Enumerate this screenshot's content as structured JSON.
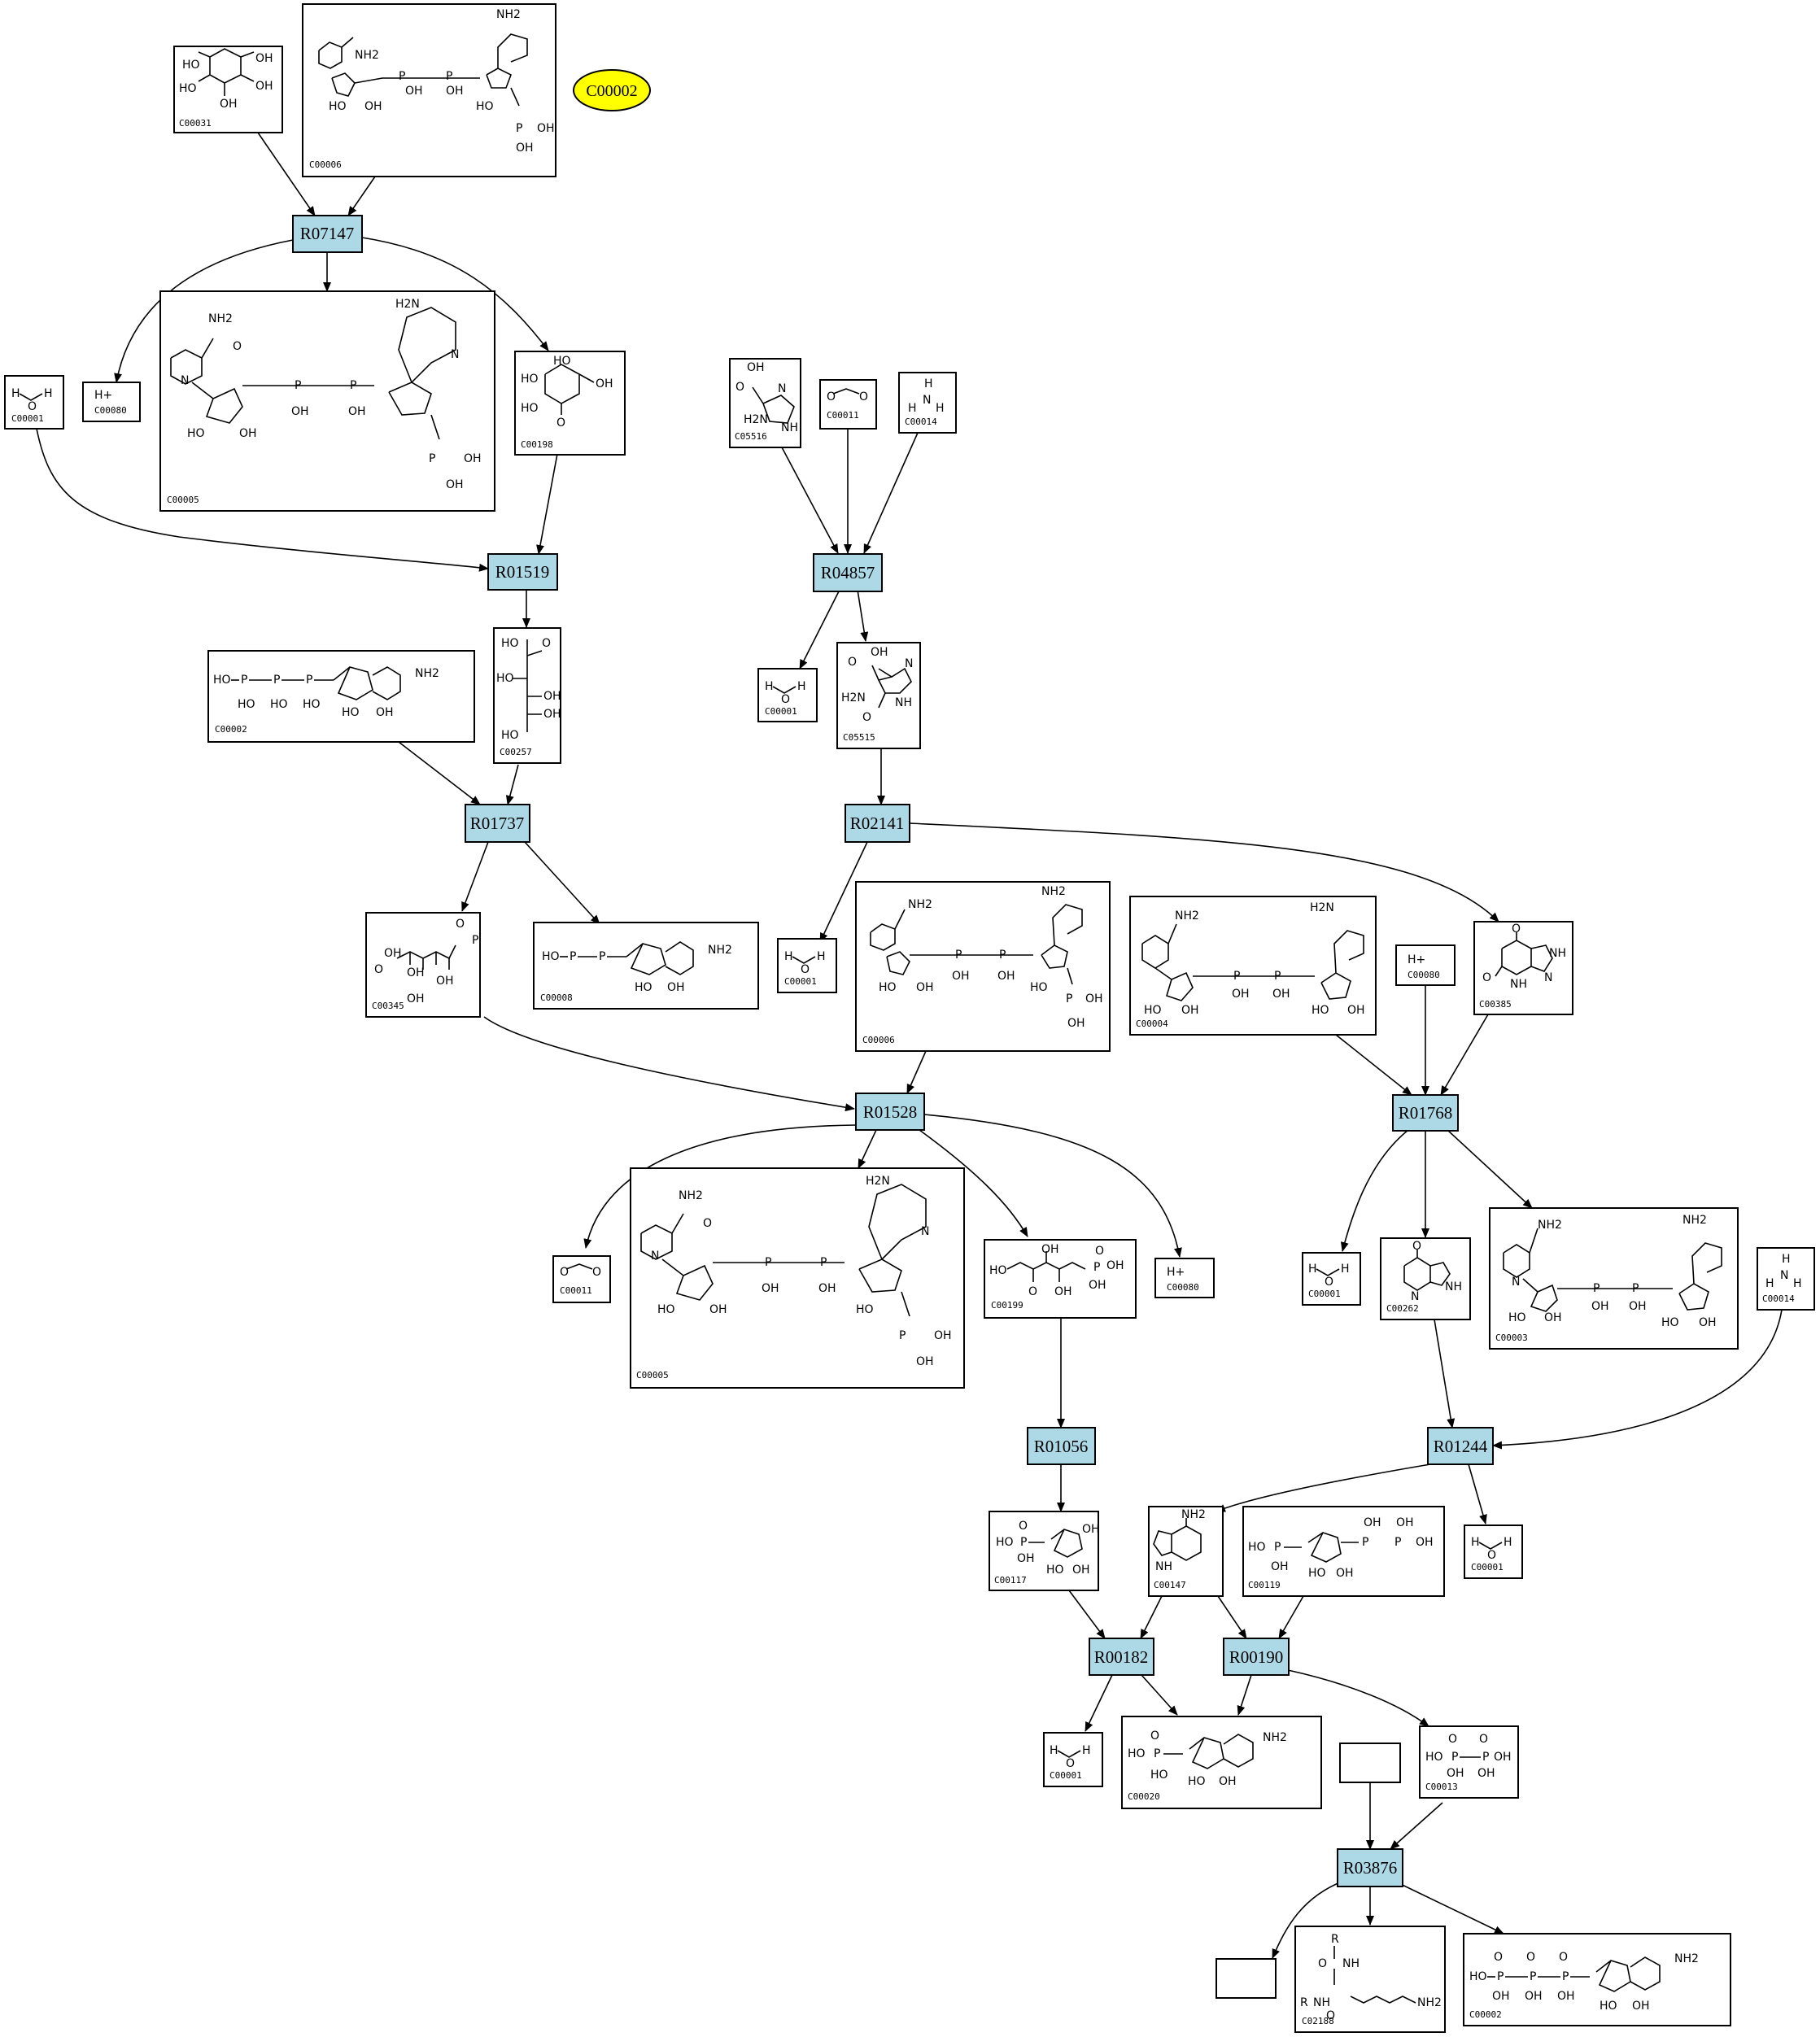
{
  "reactions": [
    {
      "id": "R07147",
      "label": "R07147"
    },
    {
      "id": "R01519",
      "label": "R01519"
    },
    {
      "id": "R04857",
      "label": "R04857"
    },
    {
      "id": "R01737",
      "label": "R01737"
    },
    {
      "id": "R02141",
      "label": "R02141"
    },
    {
      "id": "R01528",
      "label": "R01528"
    },
    {
      "id": "R01768",
      "label": "R01768"
    },
    {
      "id": "R01056",
      "label": "R01056"
    },
    {
      "id": "R01244",
      "label": "R01244"
    },
    {
      "id": "R00182",
      "label": "R00182"
    },
    {
      "id": "R00190",
      "label": "R00190"
    },
    {
      "id": "R03876",
      "label": "R03876"
    }
  ],
  "highlight": {
    "label": "C00002",
    "color": "#ffff00"
  },
  "compounds": [
    {
      "id": "n1",
      "label": "C00031",
      "structure": "glucose"
    },
    {
      "id": "n2",
      "label": "C00006",
      "structure": "nadp"
    },
    {
      "id": "n3",
      "label": "C00001",
      "structure": "water"
    },
    {
      "id": "n4",
      "label": "C00080",
      "structure": "proton"
    },
    {
      "id": "n5",
      "label": "C00005",
      "structure": "nadph"
    },
    {
      "id": "n6",
      "label": "C00198",
      "structure": "gluconolactone"
    },
    {
      "id": "n7",
      "label": "C05516",
      "structure": "aicar-like"
    },
    {
      "id": "n8",
      "label": "C00011",
      "structure": "co2"
    },
    {
      "id": "n9",
      "label": "C00014",
      "structure": "ammonia"
    },
    {
      "id": "n10",
      "label": "C00257",
      "structure": "gluconate"
    },
    {
      "id": "n11",
      "label": "C00001",
      "structure": "water"
    },
    {
      "id": "n12",
      "label": "C05515",
      "structure": "imidazole-carboxamide"
    },
    {
      "id": "n13",
      "label": "C00002",
      "structure": "atp"
    },
    {
      "id": "n14",
      "label": "C00345",
      "structure": "phosphogluconate"
    },
    {
      "id": "n15",
      "label": "C00008",
      "structure": "adp"
    },
    {
      "id": "n16",
      "label": "C00001",
      "structure": "water"
    },
    {
      "id": "n17",
      "label": "C00006",
      "structure": "nadp"
    },
    {
      "id": "n18",
      "label": "C00004",
      "structure": "nadh"
    },
    {
      "id": "n19",
      "label": "C00080",
      "structure": "proton"
    },
    {
      "id": "n20",
      "label": "C00385",
      "structure": "xanthine"
    },
    {
      "id": "n21",
      "label": "C00011",
      "structure": "co2"
    },
    {
      "id": "n22",
      "label": "C00005",
      "structure": "nadph"
    },
    {
      "id": "n23",
      "label": "C00199",
      "structure": "ribulose-5p"
    },
    {
      "id": "n24",
      "label": "C00080",
      "structure": "proton"
    },
    {
      "id": "n25",
      "label": "C00001",
      "structure": "water"
    },
    {
      "id": "n26",
      "label": "C00262",
      "structure": "hypoxanthine"
    },
    {
      "id": "n27",
      "label": "C00003",
      "structure": "nad"
    },
    {
      "id": "n28",
      "label": "C00014",
      "structure": "ammonia"
    },
    {
      "id": "n29",
      "label": "C00117",
      "structure": "ribose-5p"
    },
    {
      "id": "n30",
      "label": "C00147",
      "structure": "adenine"
    },
    {
      "id": "n31",
      "label": "C00119",
      "structure": "prpp"
    },
    {
      "id": "n32",
      "label": "C00001",
      "structure": "water"
    },
    {
      "id": "n33",
      "label": "C00001",
      "structure": "water"
    },
    {
      "id": "n34",
      "label": "C00020",
      "structure": "amp"
    },
    {
      "id": "n35",
      "label": "",
      "structure": "none"
    },
    {
      "id": "n36",
      "label": "C00013",
      "structure": "pyrophosphate"
    },
    {
      "id": "n37",
      "label": "",
      "structure": "none"
    },
    {
      "id": "n38",
      "label": "C02188",
      "structure": "lysine-protein"
    },
    {
      "id": "n39",
      "label": "C00002",
      "structure": "atp"
    }
  ],
  "atoms": {
    "oh": "OH",
    "ho": "HO",
    "o": "O",
    "p": "P",
    "n": "N",
    "nh": "NH",
    "h": "H",
    "nh2": "NH2",
    "h2n": "H2N",
    "hplus": "H+",
    "r": "R"
  }
}
